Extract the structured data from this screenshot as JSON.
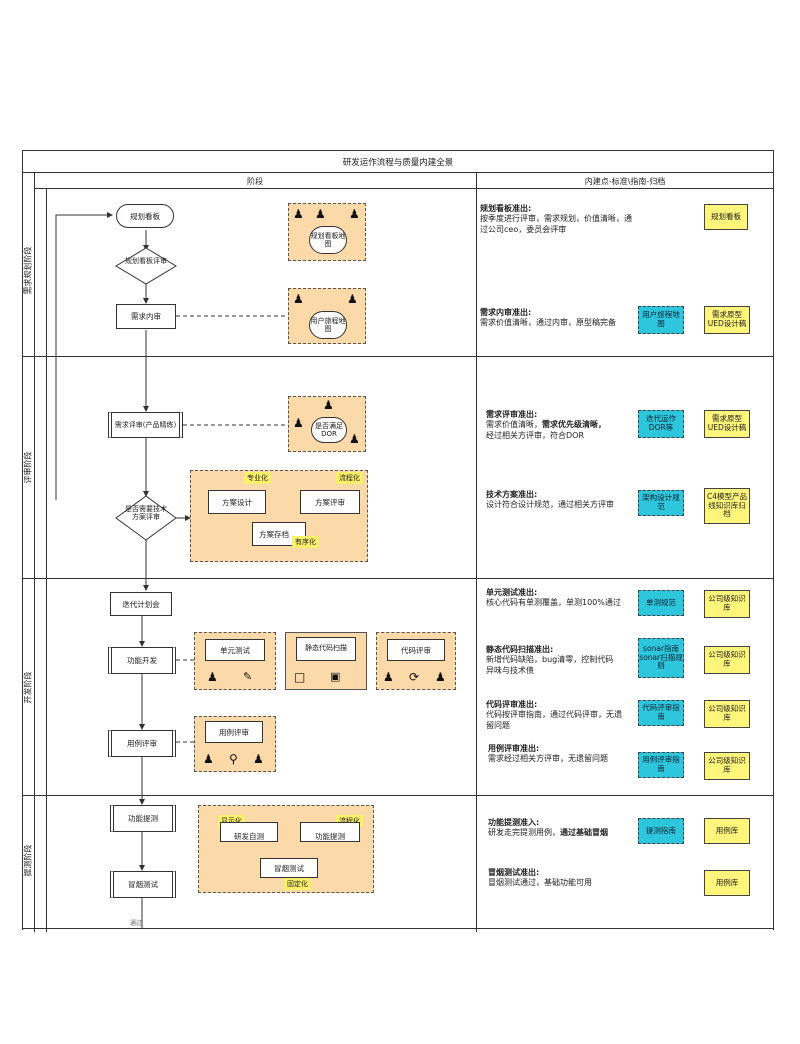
{
  "title": "研发运作流程与质量内建全景",
  "header": {
    "stage": "阶段",
    "quality": "内建点-标准\\指南-归档"
  },
  "lanes": [
    "需求规划阶段",
    "评审阶段",
    "开发阶段",
    "提测阶段"
  ],
  "flow": {
    "n1": "规划看板",
    "n2": "规划看板评审",
    "n3": "需求内审",
    "n4": "需求评审(产品精练)",
    "n5": "是否需要技术方案评审",
    "n6": "迭代计划会",
    "n7": "功能开发",
    "n8": "用例评审",
    "n9": "功能提测",
    "n10": "冒烟测试",
    "n11": "通过"
  },
  "groups": {
    "g1": "规划看板地图",
    "g2": "用户旅程地图",
    "g3": "是否满足DOR",
    "g4_a": "方案设计",
    "g4_b": "方案评审",
    "g4_c": "方案存档",
    "g4_note1": "专业化",
    "g4_note2": "流程化",
    "g4_note3": "有序化",
    "g5": "单元测试",
    "g6": "静态代码扫描",
    "g7": "代码评审",
    "g8": "用例评审",
    "g9_a": "研发自测",
    "g9_b": "功能提测",
    "g9_c": "冒烟测试",
    "g9_note1": "显示化",
    "g9_note2": "流程化",
    "g9_note3": "固定化"
  },
  "criteria": [
    {
      "title": "规划看板准出:",
      "text": "按季度进行评审，需求规划，价值清晰，通过公司ceo，委员会评审"
    },
    {
      "title": "需求内审准出:",
      "text": "需求价值清晰，通过内审，原型稿完备"
    },
    {
      "title": "需求评审准出:",
      "text_a": "需求价值清晰，",
      "text_b": "需求优先级清晰，",
      "text_c": "经过相关方评审，符合DOR"
    },
    {
      "title": "技术方案准出:",
      "text": "设计符合设计规范，通过相关方评审"
    },
    {
      "title": "单元测试准出:",
      "text": "核心代码有单测覆盖，单测100%通过"
    },
    {
      "title": "静态代码扫描准出:",
      "text": "新增代码缺陷，bug清零，控制代码异味与技术债"
    },
    {
      "title": "代码评审准出:",
      "text": "代码按评审指南，通过代码评审，无遗留问题"
    },
    {
      "title": "用例评审准出:",
      "text": "需求经过相关方评审，无遗留问题"
    },
    {
      "title": "功能提测准入:",
      "text_a": "研发走完提测用例，",
      "text_b": "通过基础冒烟"
    },
    {
      "title": "冒烟测试准出:",
      "text": "冒烟测试通过，基础功能可用"
    }
  ],
  "docs": {
    "d1": "规划看板",
    "d2c": "用户旅程地图",
    "d2": "需求原型UED设计稿",
    "d3c": "迭代运作DOR等",
    "d3": "需求原型UED设计稿",
    "d4c": "架构设计规范",
    "d4": "C4模型产品线知识库归档",
    "d5c": "单测规范",
    "d5": "公司级知识库",
    "d6c": "sonar指南sonar扫描规则",
    "d6": "公司级知识库",
    "d7c": "代码评审指南",
    "d7": "公司级知识库",
    "d8c": "用例评审指南",
    "d8": "公司级知识库",
    "d9c": "提测指南",
    "d9": "用例库",
    "d10": "用例库"
  },
  "colors": {
    "group_fill": "#fcd9a8",
    "doc_yellow": "#fff57a",
    "doc_cyan": "#2ec6dc",
    "note_yellow": "#fbf06a"
  }
}
